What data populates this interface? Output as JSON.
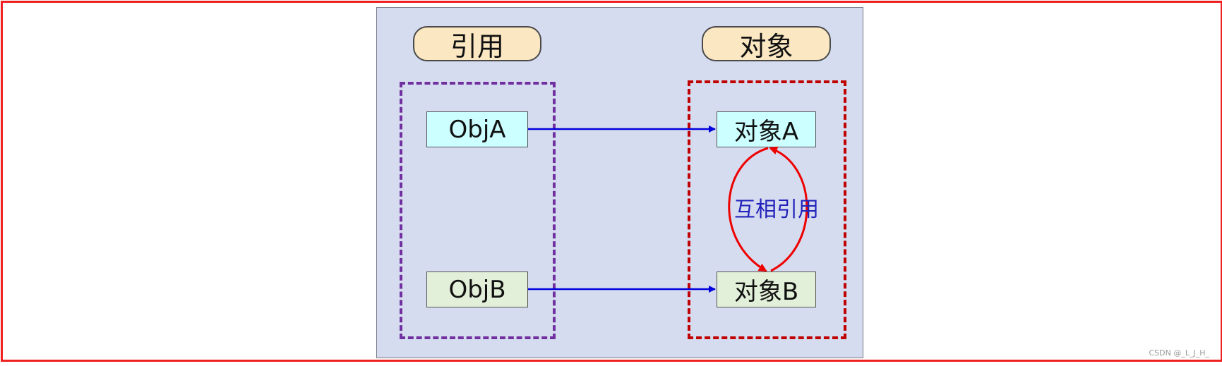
{
  "headers": {
    "reference": "引用",
    "object": "对象"
  },
  "nodes": {
    "objA": "ObjA",
    "objB": "ObjB",
    "objectA": "对象A",
    "objectB": "对象B"
  },
  "edge_label": "互相引用",
  "watermark": "CSDN @_L_J_H_",
  "colors": {
    "frame": "#ee2020",
    "panel": "#d6dcef",
    "header_fill": "#fbe7c2",
    "reference_group_border": "#7030a0",
    "object_group_border": "#c00000",
    "obj_a_fill": "#ccffff",
    "obj_b_fill": "#e2efd9",
    "reference_arrow": "#0000dd",
    "mutual_arrow": "#ee0000",
    "edge_label_text": "#2222bb"
  }
}
